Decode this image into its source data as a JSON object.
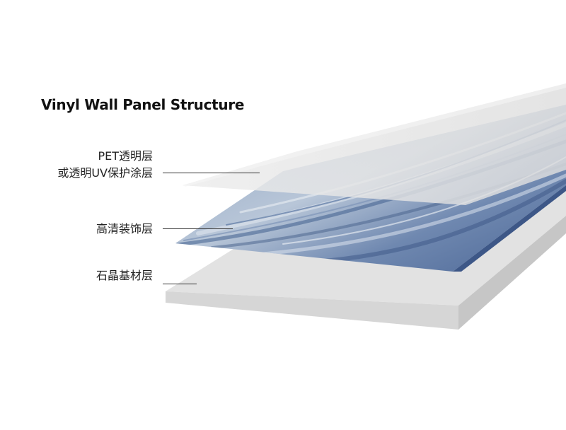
{
  "title": "Vinyl Wall Panel Structure",
  "layers": [
    {
      "line1": "PET透明层",
      "line2": "或透明UV保护涂层"
    },
    {
      "line1": "高清装饰层"
    },
    {
      "line1": "石晶基材层"
    }
  ],
  "colors": {
    "base_top": "#e3e3e3",
    "base_side": "#cfcfcf",
    "decor_blue": "#5b77a3",
    "decor_light": "#b9c7d8",
    "clear_film": "#ececec"
  }
}
